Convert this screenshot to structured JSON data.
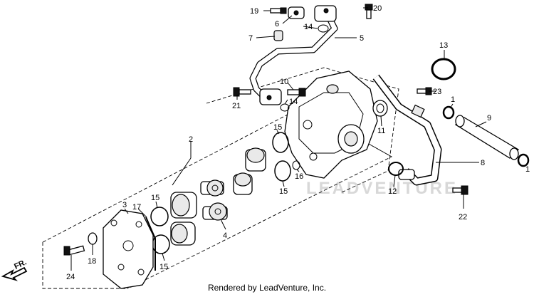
{
  "watermark": "LEADVENTURE",
  "credit": "Rendered by LeadVenture, Inc.",
  "front_marker": "FR.",
  "callouts": {
    "c19": "19",
    "c20": "20",
    "c6": "6",
    "c14a": "14",
    "c7": "7",
    "c5": "5",
    "c13": "13",
    "c10": "10",
    "c14b": "14",
    "c23": "23",
    "c21": "21",
    "c1": "1",
    "c9": "9",
    "c11": "11",
    "c2": "2",
    "c15a": "15",
    "c8": "8",
    "c16": "16",
    "c15b": "15",
    "c12": "12",
    "c22": "22",
    "c3": "3",
    "c17": "17",
    "c15c": "15",
    "c4": "4",
    "c18": "18",
    "c15d": "15",
    "c24": "24"
  }
}
